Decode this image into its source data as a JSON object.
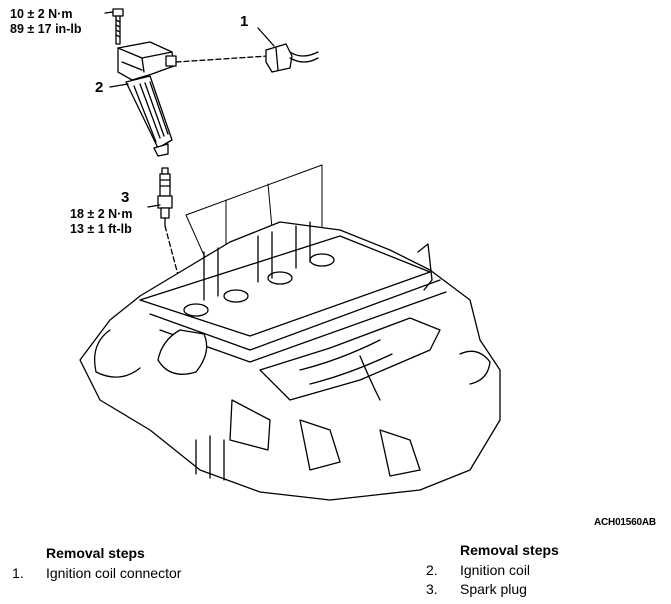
{
  "callouts": [
    {
      "number": "1"
    },
    {
      "number": "2"
    },
    {
      "number": "3"
    }
  ],
  "torque_coil": {
    "line1": "10 ± 2 N·m",
    "line2": "89 ± 17 in-lb"
  },
  "torque_plug": {
    "line1": "18 ± 2 N·m",
    "line2": "13 ± 1 ft-lb"
  },
  "figure_code": "ACH01560AB",
  "removal_left": {
    "heading": "Removal steps",
    "steps": [
      {
        "num": "1.",
        "label": "Ignition coil connector"
      }
    ]
  },
  "removal_right": {
    "heading": "Removal steps",
    "steps": [
      {
        "num": "2.",
        "label": "Ignition coil"
      },
      {
        "num": "3.",
        "label": "Spark plug"
      }
    ]
  }
}
